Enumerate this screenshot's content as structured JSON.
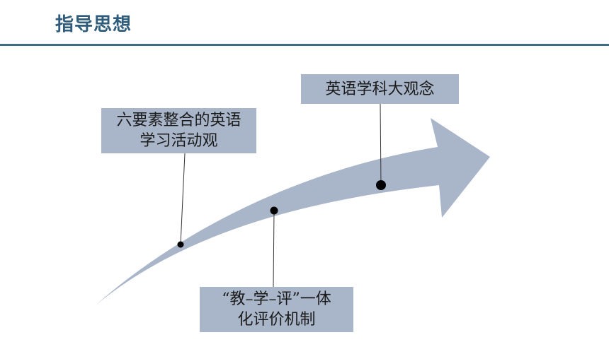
{
  "header": {
    "title": "指导思想"
  },
  "diagram": {
    "boxes": {
      "top": {
        "line1": "英语学科大观念"
      },
      "left": {
        "line1": "六要素整合的英语",
        "line2": "学习活动观"
      },
      "bottom": {
        "line1": "“教–学–评”一体",
        "line2": "化评价机制"
      }
    },
    "colors": {
      "arrow": "#a9b5c9",
      "boxes": "#a9b5c9",
      "rule": "#3e6c85",
      "title": "#2e5c7a"
    }
  }
}
